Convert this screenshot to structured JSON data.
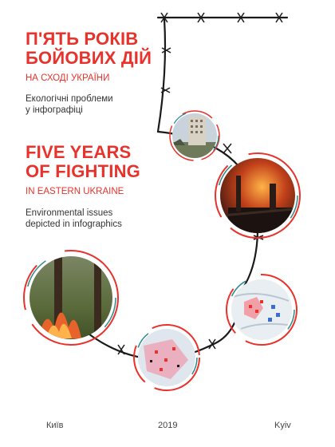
{
  "ua": {
    "title_line1": "П'ЯТЬ РОКІВ",
    "title_line2": "БОЙОВИХ ДІЙ",
    "subtitle": "НА СХОДІ УКРАЇНИ",
    "desc_line1": "Екологічні проблеми",
    "desc_line2": "у інфографіці"
  },
  "en": {
    "title_line1": "FIVE YEARS",
    "title_line2": "OF FIGHTING",
    "subtitle": "IN EASTERN UKRAINE",
    "desc_line1": "Environmental issues",
    "desc_line2": "depicted in infographics"
  },
  "footer": {
    "city_ua": "Київ",
    "year": "2019",
    "city_en": "Kyiv"
  },
  "colors": {
    "accent_red": "#e8322b",
    "accent_teal": "#2a8a8a",
    "wire": "#1a1a1a"
  },
  "photos": [
    {
      "name": "apartment-block-photo",
      "icon": "damaged-building"
    },
    {
      "name": "industrial-fire-photo",
      "icon": "burning-plant"
    },
    {
      "name": "forest-fire-photo",
      "icon": "forest-fire"
    },
    {
      "name": "map-infographic-photo-1",
      "icon": "map"
    },
    {
      "name": "map-infographic-photo-2",
      "icon": "map"
    }
  ]
}
